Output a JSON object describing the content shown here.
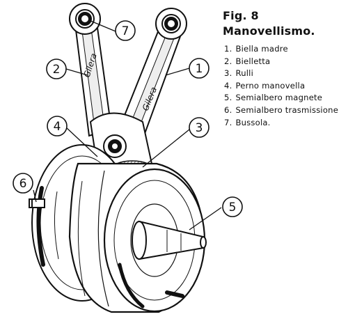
{
  "figure": {
    "title": "Fig. 8",
    "subtitle": "Manovellismo."
  },
  "legend": [
    {
      "number": "1.",
      "label": "Biella madre"
    },
    {
      "number": "2.",
      "label": "Bielletta"
    },
    {
      "number": "3.",
      "label": "Rulli"
    },
    {
      "number": "4.",
      "label": "Perno manovella"
    },
    {
      "number": "5.",
      "label": "Semialbero magnete"
    },
    {
      "number": "6.",
      "label": "Semialbero trasmissione"
    },
    {
      "number": "7.",
      "label": "Bussola."
    }
  ],
  "callouts": [
    "1",
    "2",
    "3",
    "4",
    "5",
    "6",
    "7"
  ],
  "rod_inscriptions": [
    "Gilera",
    "Gilera"
  ],
  "colors": {
    "ink": "#111111",
    "paper": "#ffffff",
    "shade": "#dcdcdc"
  }
}
